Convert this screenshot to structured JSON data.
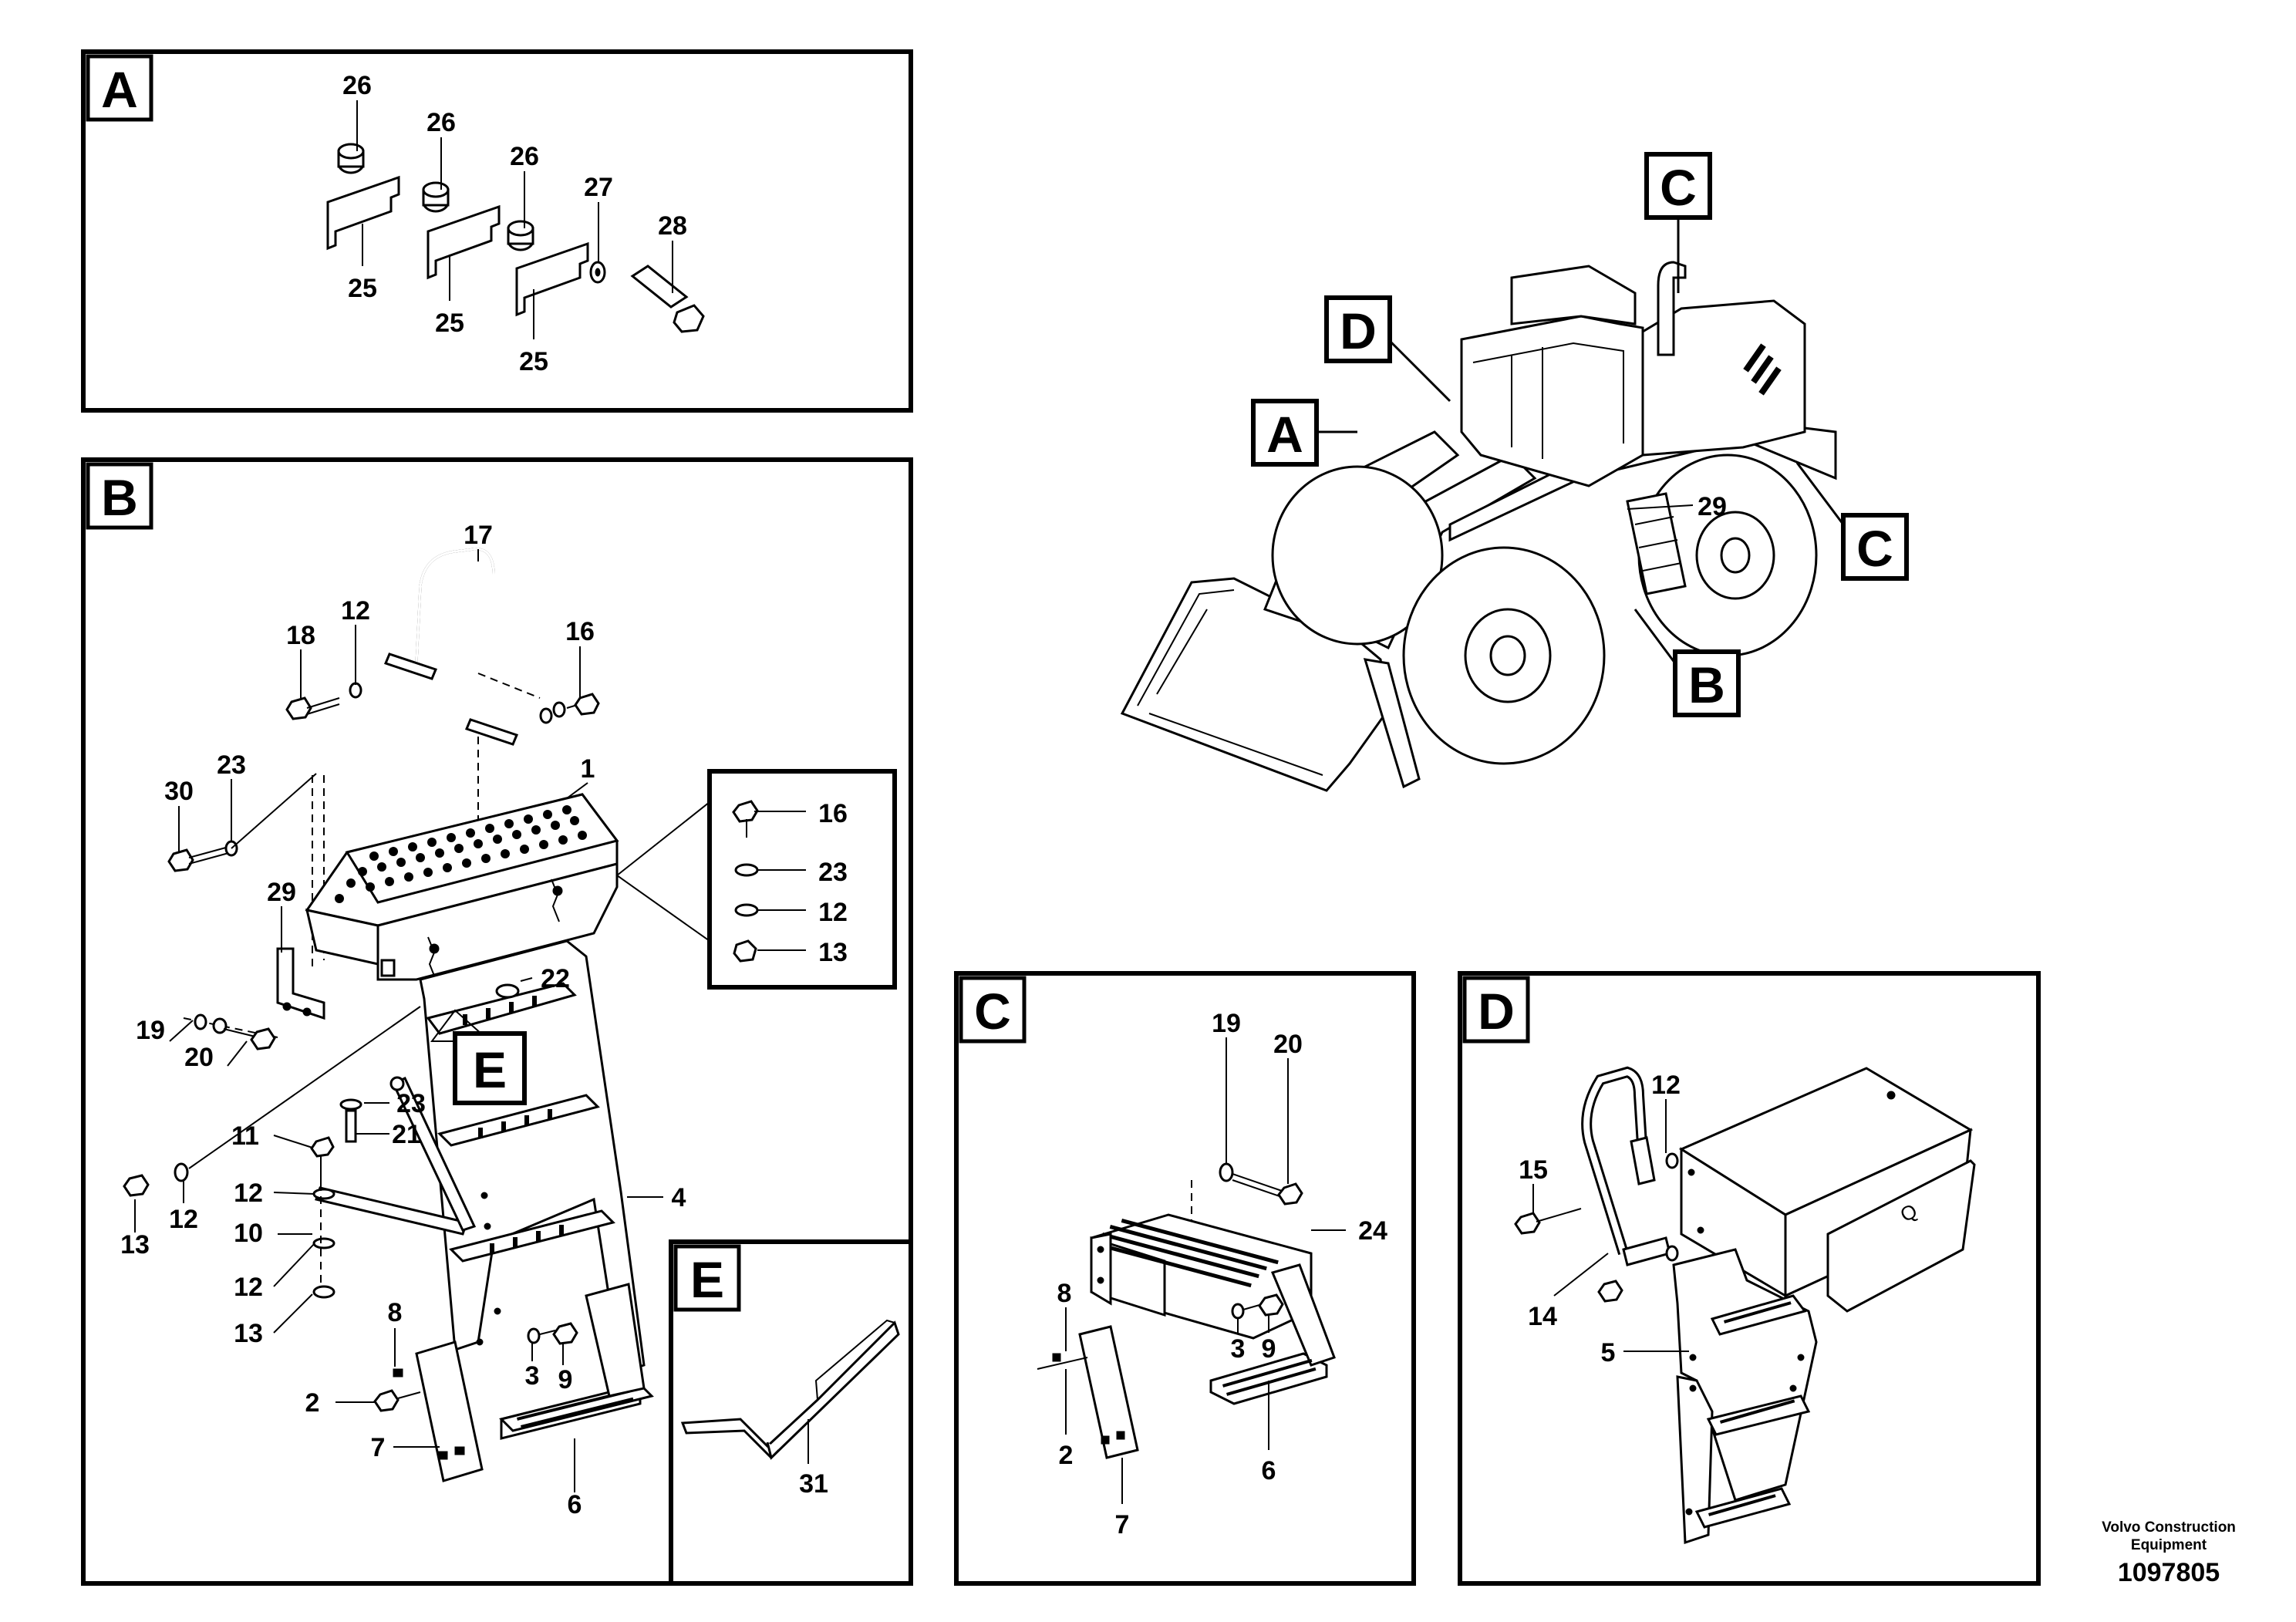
{
  "views": {
    "A": {
      "letter": "A",
      "callouts": [
        "26",
        "26",
        "26",
        "27",
        "28",
        "25",
        "25",
        "25"
      ]
    },
    "B": {
      "letter": "B",
      "callouts": [
        "17",
        "18",
        "12",
        "16",
        "30",
        "23",
        "1",
        "29",
        "22",
        "19",
        "20",
        "23",
        "11",
        "21",
        "12",
        "10",
        "12",
        "13",
        "13",
        "12",
        "4",
        "8",
        "3",
        "9",
        "2",
        "7",
        "6"
      ],
      "inset_callouts": [
        "16",
        "23",
        "12",
        "13"
      ]
    },
    "C": {
      "letter": "C",
      "callouts": [
        "19",
        "20",
        "24",
        "8",
        "3",
        "9",
        "2",
        "7",
        "6"
      ]
    },
    "D": {
      "letter": "D",
      "callouts": [
        "12",
        "15",
        "14",
        "5"
      ]
    },
    "E": {
      "letter": "E",
      "callouts": [
        "31"
      ]
    },
    "overview": {
      "labels": [
        "C",
        "D",
        "A",
        "29",
        "C",
        "B"
      ]
    }
  },
  "footer": {
    "manufacturer_line1": "Volvo Construction",
    "manufacturer_line2": "Equipment",
    "document_number": "1097805"
  }
}
